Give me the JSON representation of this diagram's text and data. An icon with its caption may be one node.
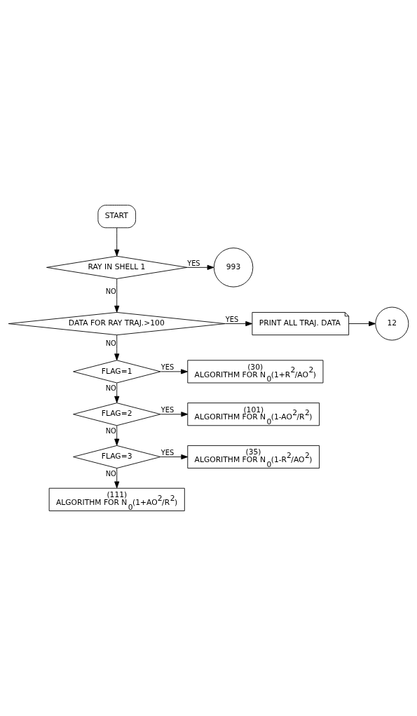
{
  "diagram": {
    "nodes": [
      {
        "text": [
          "START"
        ]
      },
      {
        "text": [
          "RAY IN SHELL 1"
        ]
      },
      {
        "text": [
          "993"
        ]
      },
      {
        "text": [
          "DATA FOR RAY TRAJ.>100"
        ]
      },
      {
        "text": [
          "PRINT ALL TRAJ. DATA"
        ]
      },
      {
        "text": [
          "12"
        ]
      },
      {
        "text": [
          "FLAG=1"
        ]
      },
      {
        "text": [
          "(30)",
          "ALGORITHM FOR N$_{0}$(1+R$^{2}$/AO$^{2}$)"
        ]
      },
      {
        "text": [
          "FLAG=2"
        ]
      },
      {
        "text": [
          "(101)",
          "ALGORITHM FOR N$_{0}$(1-AO$^{2}$/R$^{2}$)"
        ]
      },
      {
        "text": [
          "FLAG=3"
        ]
      },
      {
        "text": [
          "(35)",
          "ALGORITHM FOR N$_{0}$(1-R$^{2}$/AO$^{2}$)"
        ]
      },
      {
        "text": [
          "(111)",
          "ALGORITHM FOR N$_{0}$(1+AO$^{2}$/R$^{2}$)"
        ]
      }
    ],
    "edges": [
      {
        "from": 0,
        "to": 1,
        "arrow": "to"
      },
      {
        "from": 1,
        "to": 2,
        "arrow": "to",
        "label": "YES"
      },
      {
        "from": 1,
        "to": 3,
        "arrow": "to",
        "label": "NO"
      },
      {
        "from": 3,
        "to": 4,
        "arrow": "to",
        "label": "YES"
      },
      {
        "from": 4,
        "to": 5,
        "arrow": "to"
      },
      {
        "from": 3,
        "to": 6,
        "arrow": "to",
        "label": "NO"
      },
      {
        "from": 6,
        "to": 7,
        "arrow": "to",
        "label": "YES"
      },
      {
        "from": 6,
        "to": 8,
        "arrow": "to",
        "label": "NO"
      },
      {
        "from": 8,
        "to": 9,
        "arrow": "to",
        "label": "YES"
      },
      {
        "from": 8,
        "to": 10,
        "arrow": "to",
        "label": "NO"
      },
      {
        "from": 10,
        "to": 11,
        "arrow": "to",
        "label": "YES"
      },
      {
        "from": 10,
        "to": 12,
        "arrow": "to",
        "label": "NO"
      }
    ]
  }
}
